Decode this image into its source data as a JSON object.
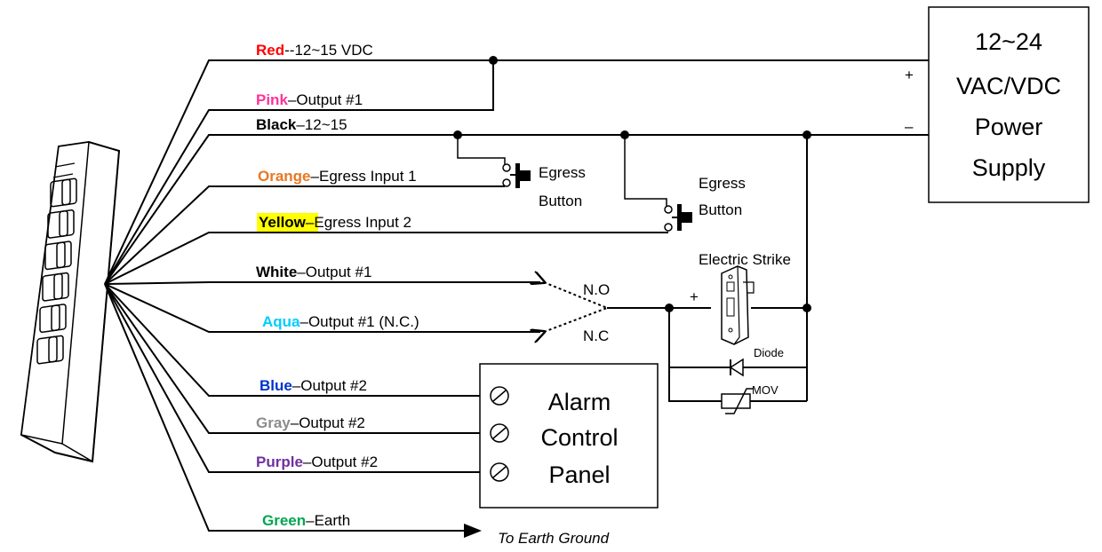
{
  "wires": [
    {
      "color_name": "Red",
      "color": "#ff0000",
      "desc": "--12~15 VDC",
      "highlight": null
    },
    {
      "color_name": "Pink",
      "color": "#ff3399",
      "desc": "–Output  #1",
      "highlight": null
    },
    {
      "color_name": "Black",
      "color": "#000000",
      "desc": "–12~15",
      "highlight": null
    },
    {
      "color_name": "Orange",
      "color": "#e87722",
      "desc": "–Egress Input 1",
      "highlight": null
    },
    {
      "color_name": "Yellow",
      "color": "#000000",
      "desc": "–Egress Input 2",
      "highlight": "#ffff00"
    },
    {
      "color_name": "White",
      "color": "#000000",
      "desc": "–Output  #1",
      "highlight": null
    },
    {
      "color_name": "Aqua",
      "color": "#00ccff",
      "desc": "–Output  #1 (N.C.)",
      "highlight": null
    },
    {
      "color_name": "Blue",
      "color": "#0033cc",
      "desc": "–Output  #2",
      "highlight": null
    },
    {
      "color_name": "Gray",
      "color": "#8c8c8c",
      "desc": "–Output  #2",
      "highlight": null
    },
    {
      "color_name": "Purple",
      "color": "#7030a0",
      "desc": "–Output  #2",
      "highlight": null
    },
    {
      "color_name": "Green",
      "color": "#00a651",
      "desc": "–Earth",
      "highlight": null
    }
  ],
  "power_supply": {
    "line1": "12~24",
    "line2": "VAC/VDC",
    "line3": "Power",
    "line4": "Supply",
    "plus": "+",
    "minus": "–"
  },
  "egress1": {
    "line1": "Egress",
    "line2": "Button"
  },
  "egress2": {
    "line1": "Egress",
    "line2": "Button"
  },
  "strike": {
    "label": "Electric Strike",
    "plus": "+"
  },
  "relay": {
    "no": "N.O",
    "nc": "N.C"
  },
  "diode": "Diode",
  "mov": "MOV",
  "alarm": {
    "line1": "Alarm",
    "line2": "Control",
    "line3": "Panel"
  },
  "earth": "To Earth Ground"
}
